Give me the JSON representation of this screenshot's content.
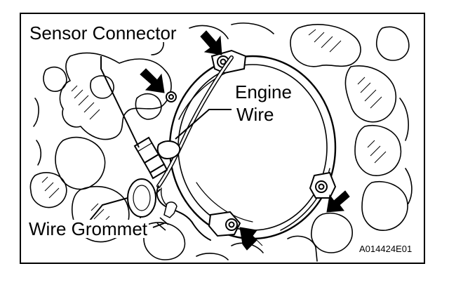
{
  "labels": {
    "sensor_connector": "Sensor Connector",
    "engine_wire_line1": "Engine",
    "engine_wire_line2": "Wire",
    "wire_grommet": "Wire Grommet",
    "figure_code": "A014424E01"
  },
  "colors": {
    "ink": "#000000",
    "paper": "#ffffff"
  },
  "icons": {
    "bolt_arrows": [
      "arrow-icon",
      "arrow-icon",
      "arrow-icon",
      "arrow-icon"
    ]
  }
}
